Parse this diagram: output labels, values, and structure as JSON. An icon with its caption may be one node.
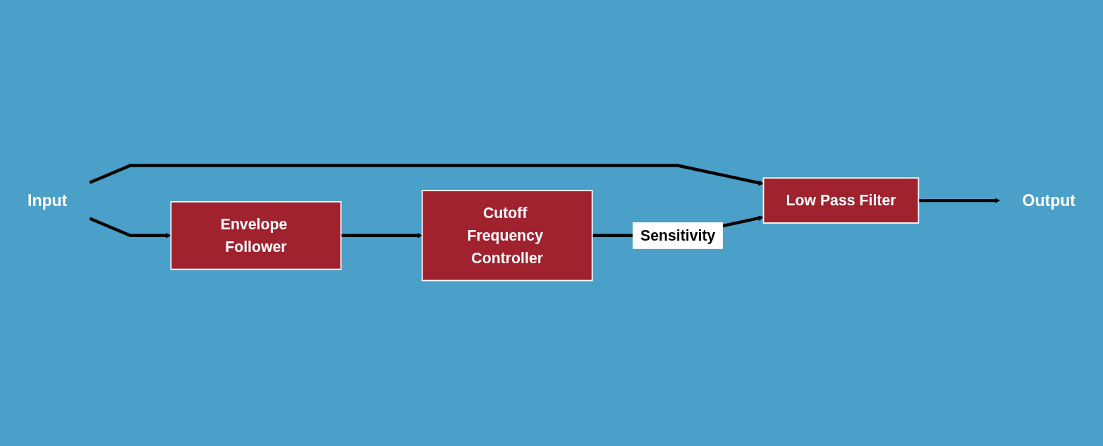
{
  "diagram": {
    "nodes": [
      {
        "text": [
          "Input"
        ]
      },
      {
        "text": [
          "Low Pass Filter"
        ]
      },
      {
        "text": [
          "Output"
        ]
      },
      {
        "text": [
          "Envelope Follower"
        ]
      },
      {
        "text": [
          "Cutoff Frequency Controller"
        ]
      }
    ],
    "edges": [
      {
        "from": 0,
        "to": 1,
        "arrow": "to"
      },
      {
        "from": 0,
        "to": 3,
        "arrow": "to"
      },
      {
        "from": 1,
        "to": 2,
        "arrow": "to"
      },
      {
        "from": 3,
        "to": 4,
        "arrow": "to"
      },
      {
        "from": 4,
        "to": 1,
        "label": "Sensitivity",
        "arrow": "to"
      }
    ]
  }
}
